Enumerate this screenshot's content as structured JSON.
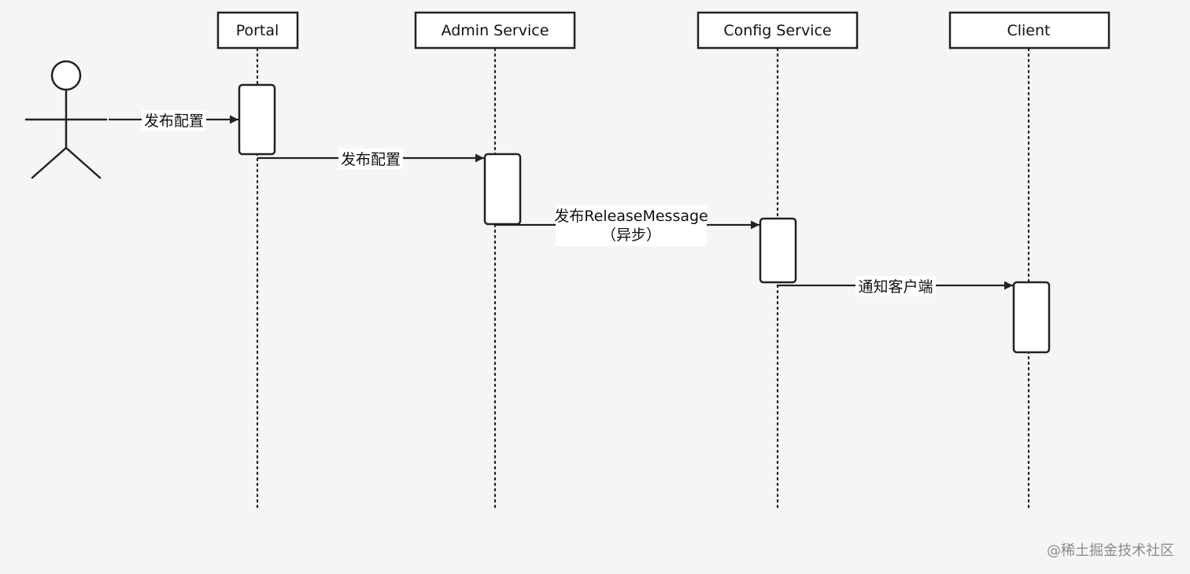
{
  "diagram": {
    "type": "sequence",
    "actor": {
      "name": "user-actor"
    },
    "participants": [
      {
        "id": "portal",
        "label": "Portal"
      },
      {
        "id": "admin",
        "label": "Admin Service"
      },
      {
        "id": "config",
        "label": "Config Service"
      },
      {
        "id": "client",
        "label": "Client"
      }
    ],
    "messages": [
      {
        "from": "actor",
        "to": "portal",
        "label": "发布配置"
      },
      {
        "from": "portal",
        "to": "admin",
        "label": "发布配置"
      },
      {
        "from": "admin",
        "to": "config",
        "label": "发布ReleaseMessage",
        "sublabel": "（异步）"
      },
      {
        "from": "config",
        "to": "client",
        "label": "通知客户端"
      }
    ]
  },
  "watermark": "@稀土掘金技术社区",
  "colors": {
    "background": "#f5f5f5",
    "stroke": "#222222",
    "box_fill": "#ffffff",
    "watermark": "#8a8a8a"
  }
}
